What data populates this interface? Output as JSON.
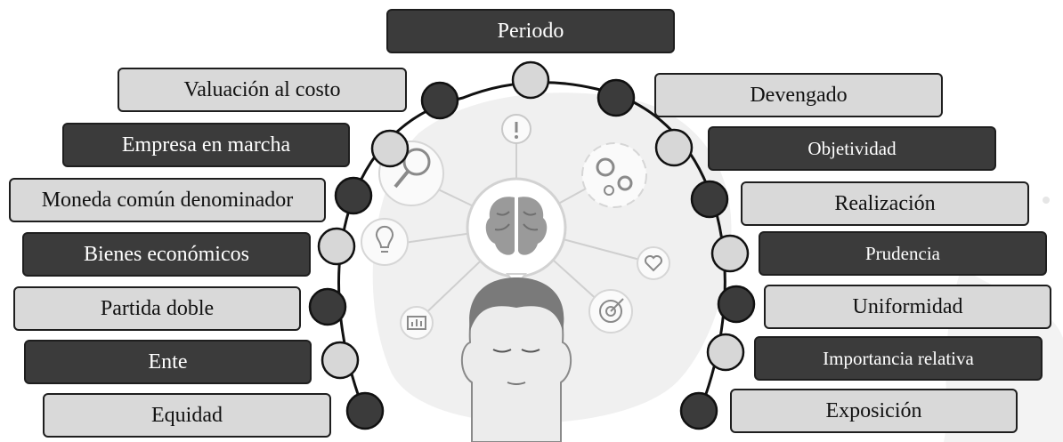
{
  "title": "Periodo",
  "left_concepts": [
    "Valuación al costo",
    "Empresa en marcha",
    "Moneda común denominador",
    "Bienes económicos",
    "Partida doble",
    "Ente",
    "Equidad"
  ],
  "right_concepts": [
    "Devengado",
    "Objetividad",
    "Realización",
    "Prudencia",
    "Uniformidad",
    "Importancia relativa",
    "Exposición"
  ],
  "colors": {
    "dark_box": "#3b3b3b",
    "light_box": "#d9d9d9",
    "outline": "#1e1e1e",
    "illustration": "#8a8a8a",
    "blob": "#efefef"
  },
  "icons": [
    "magnifier-icon",
    "exclamation-icon",
    "gears-icon",
    "lightbulb-icon",
    "brain-icon",
    "heart-icon",
    "bar-chart-icon",
    "target-icon",
    "person-head-icon"
  ]
}
